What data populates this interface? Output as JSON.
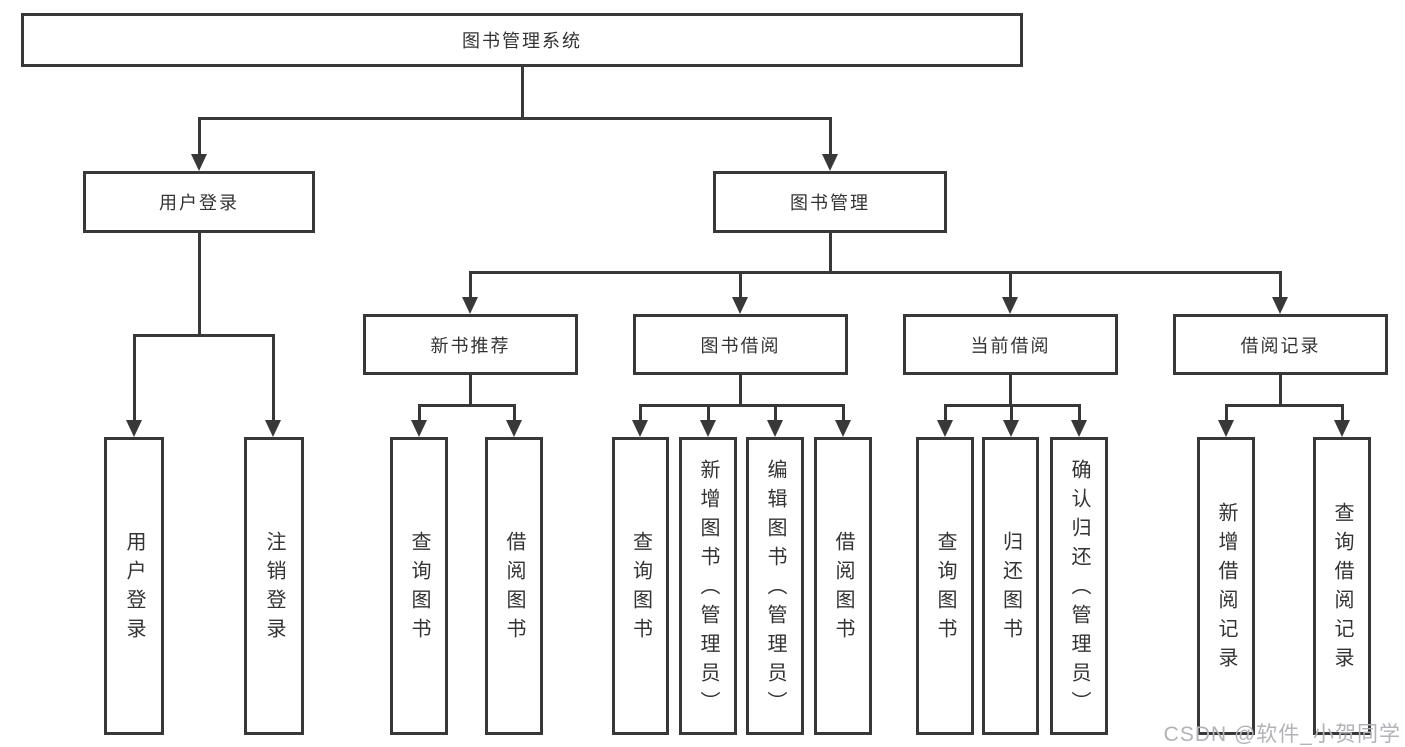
{
  "diagram": {
    "title": "图书管理系统",
    "level2": [
      {
        "label": "用户登录"
      },
      {
        "label": "图书管理"
      }
    ],
    "level3": [
      {
        "label": "新书推荐",
        "parent": "图书管理"
      },
      {
        "label": "图书借阅",
        "parent": "图书管理"
      },
      {
        "label": "当前借阅",
        "parent": "图书管理"
      },
      {
        "label": "借阅记录",
        "parent": "图书管理"
      }
    ],
    "leaves": [
      {
        "label": "用户登录",
        "parent": "用户登录"
      },
      {
        "label": "注销登录",
        "parent": "用户登录"
      },
      {
        "label": "查询图书",
        "parent": "新书推荐"
      },
      {
        "label": "借阅图书",
        "parent": "新书推荐"
      },
      {
        "label": "查询图书",
        "parent": "图书借阅"
      },
      {
        "label": "新增图书（管理员）",
        "parent": "图书借阅"
      },
      {
        "label": "编辑图书（管理员）",
        "parent": "图书借阅"
      },
      {
        "label": "借阅图书",
        "parent": "图书借阅"
      },
      {
        "label": "查询图书",
        "parent": "当前借阅"
      },
      {
        "label": "归还图书",
        "parent": "当前借阅"
      },
      {
        "label": "确认归还（管理员）",
        "parent": "当前借阅"
      },
      {
        "label": "新增借阅记录",
        "parent": "借阅记录"
      },
      {
        "label": "查询借阅记录",
        "parent": "借阅记录"
      }
    ]
  },
  "watermark": {
    "text": "CSDN @软件_小贺同学"
  },
  "colors": {
    "line": "#383838",
    "text": "#333333",
    "box_bg": "#ffffff",
    "background": "#ffffff",
    "watermark": "#b2b2b8"
  }
}
